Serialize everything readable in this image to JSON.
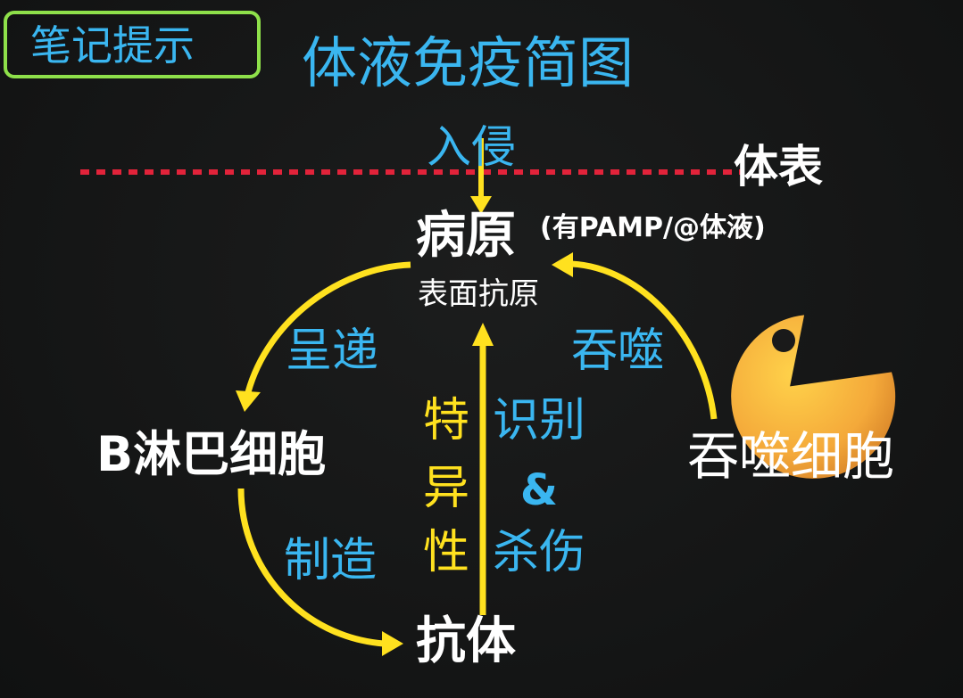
{
  "badge": {
    "label": "笔记提示"
  },
  "title": "体液免疫简图",
  "colors": {
    "accent_blue": "#3ab6f0",
    "node_white": "#ffffff",
    "arrow_yellow": "#ffe11f",
    "badge_green": "#8ee04a",
    "boundary_red": "#e2233a",
    "pacman_orange": "#f4a93a"
  },
  "diagram": {
    "invasion_label": "入侵",
    "surface_label": "体表",
    "pathogen": {
      "name": "病原",
      "note": "(有PAMP/@体液)",
      "sublabel": "表面抗原"
    },
    "b_cell": "B淋巴细胞",
    "phagocyte": "吞噬细胞",
    "antibody": "抗体",
    "edges": {
      "present": "呈递",
      "phagocytose": "吞噬",
      "produce": "制造",
      "recognize_line1": "识别",
      "recognize_line2": "&",
      "recognize_line3": "杀伤",
      "specificity_1": "特",
      "specificity_2": "异",
      "specificity_3": "性"
    },
    "icon": "pacman-icon"
  }
}
